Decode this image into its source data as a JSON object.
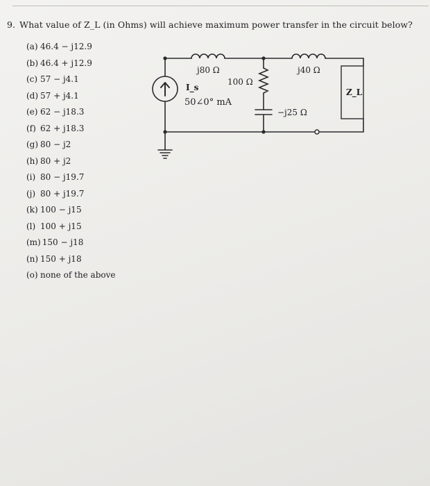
{
  "question": {
    "number": "9.",
    "text": "What value of Z_L (in Ohms) will achieve maximum power transfer in the circuit below?"
  },
  "options": [
    {
      "label": "(a)",
      "value": "46.4 − j12.9"
    },
    {
      "label": "(b)",
      "value": "46.4 + j12.9"
    },
    {
      "label": "(c)",
      "value": "57 − j4.1"
    },
    {
      "label": "(d)",
      "value": "57 + j4.1"
    },
    {
      "label": "(e)",
      "value": "62 − j18.3"
    },
    {
      "label": "(f)",
      "value": "62 + j18.3"
    },
    {
      "label": "(g)",
      "value": "80 − j2"
    },
    {
      "label": "(h)",
      "value": "80 + j2"
    },
    {
      "label": "(i)",
      "value": "80 − j19.7"
    },
    {
      "label": "(j)",
      "value": "80 + j19.7"
    },
    {
      "label": "(k)",
      "value": "100 − j15"
    },
    {
      "label": "(l)",
      "value": "100 + j15"
    },
    {
      "label": "(m)",
      "value": "150 − j18"
    },
    {
      "label": "(n)",
      "value": "150 + j18"
    },
    {
      "label": "(o)",
      "value": "none of the above"
    }
  ],
  "circuit": {
    "source_symbol": "I_s",
    "source_value": "50∠0° mA",
    "inductor1": "j80 Ω",
    "resistor": "100 Ω",
    "inductor2": "j40 Ω",
    "capacitor": "−j25 Ω",
    "load": "Z_L"
  }
}
